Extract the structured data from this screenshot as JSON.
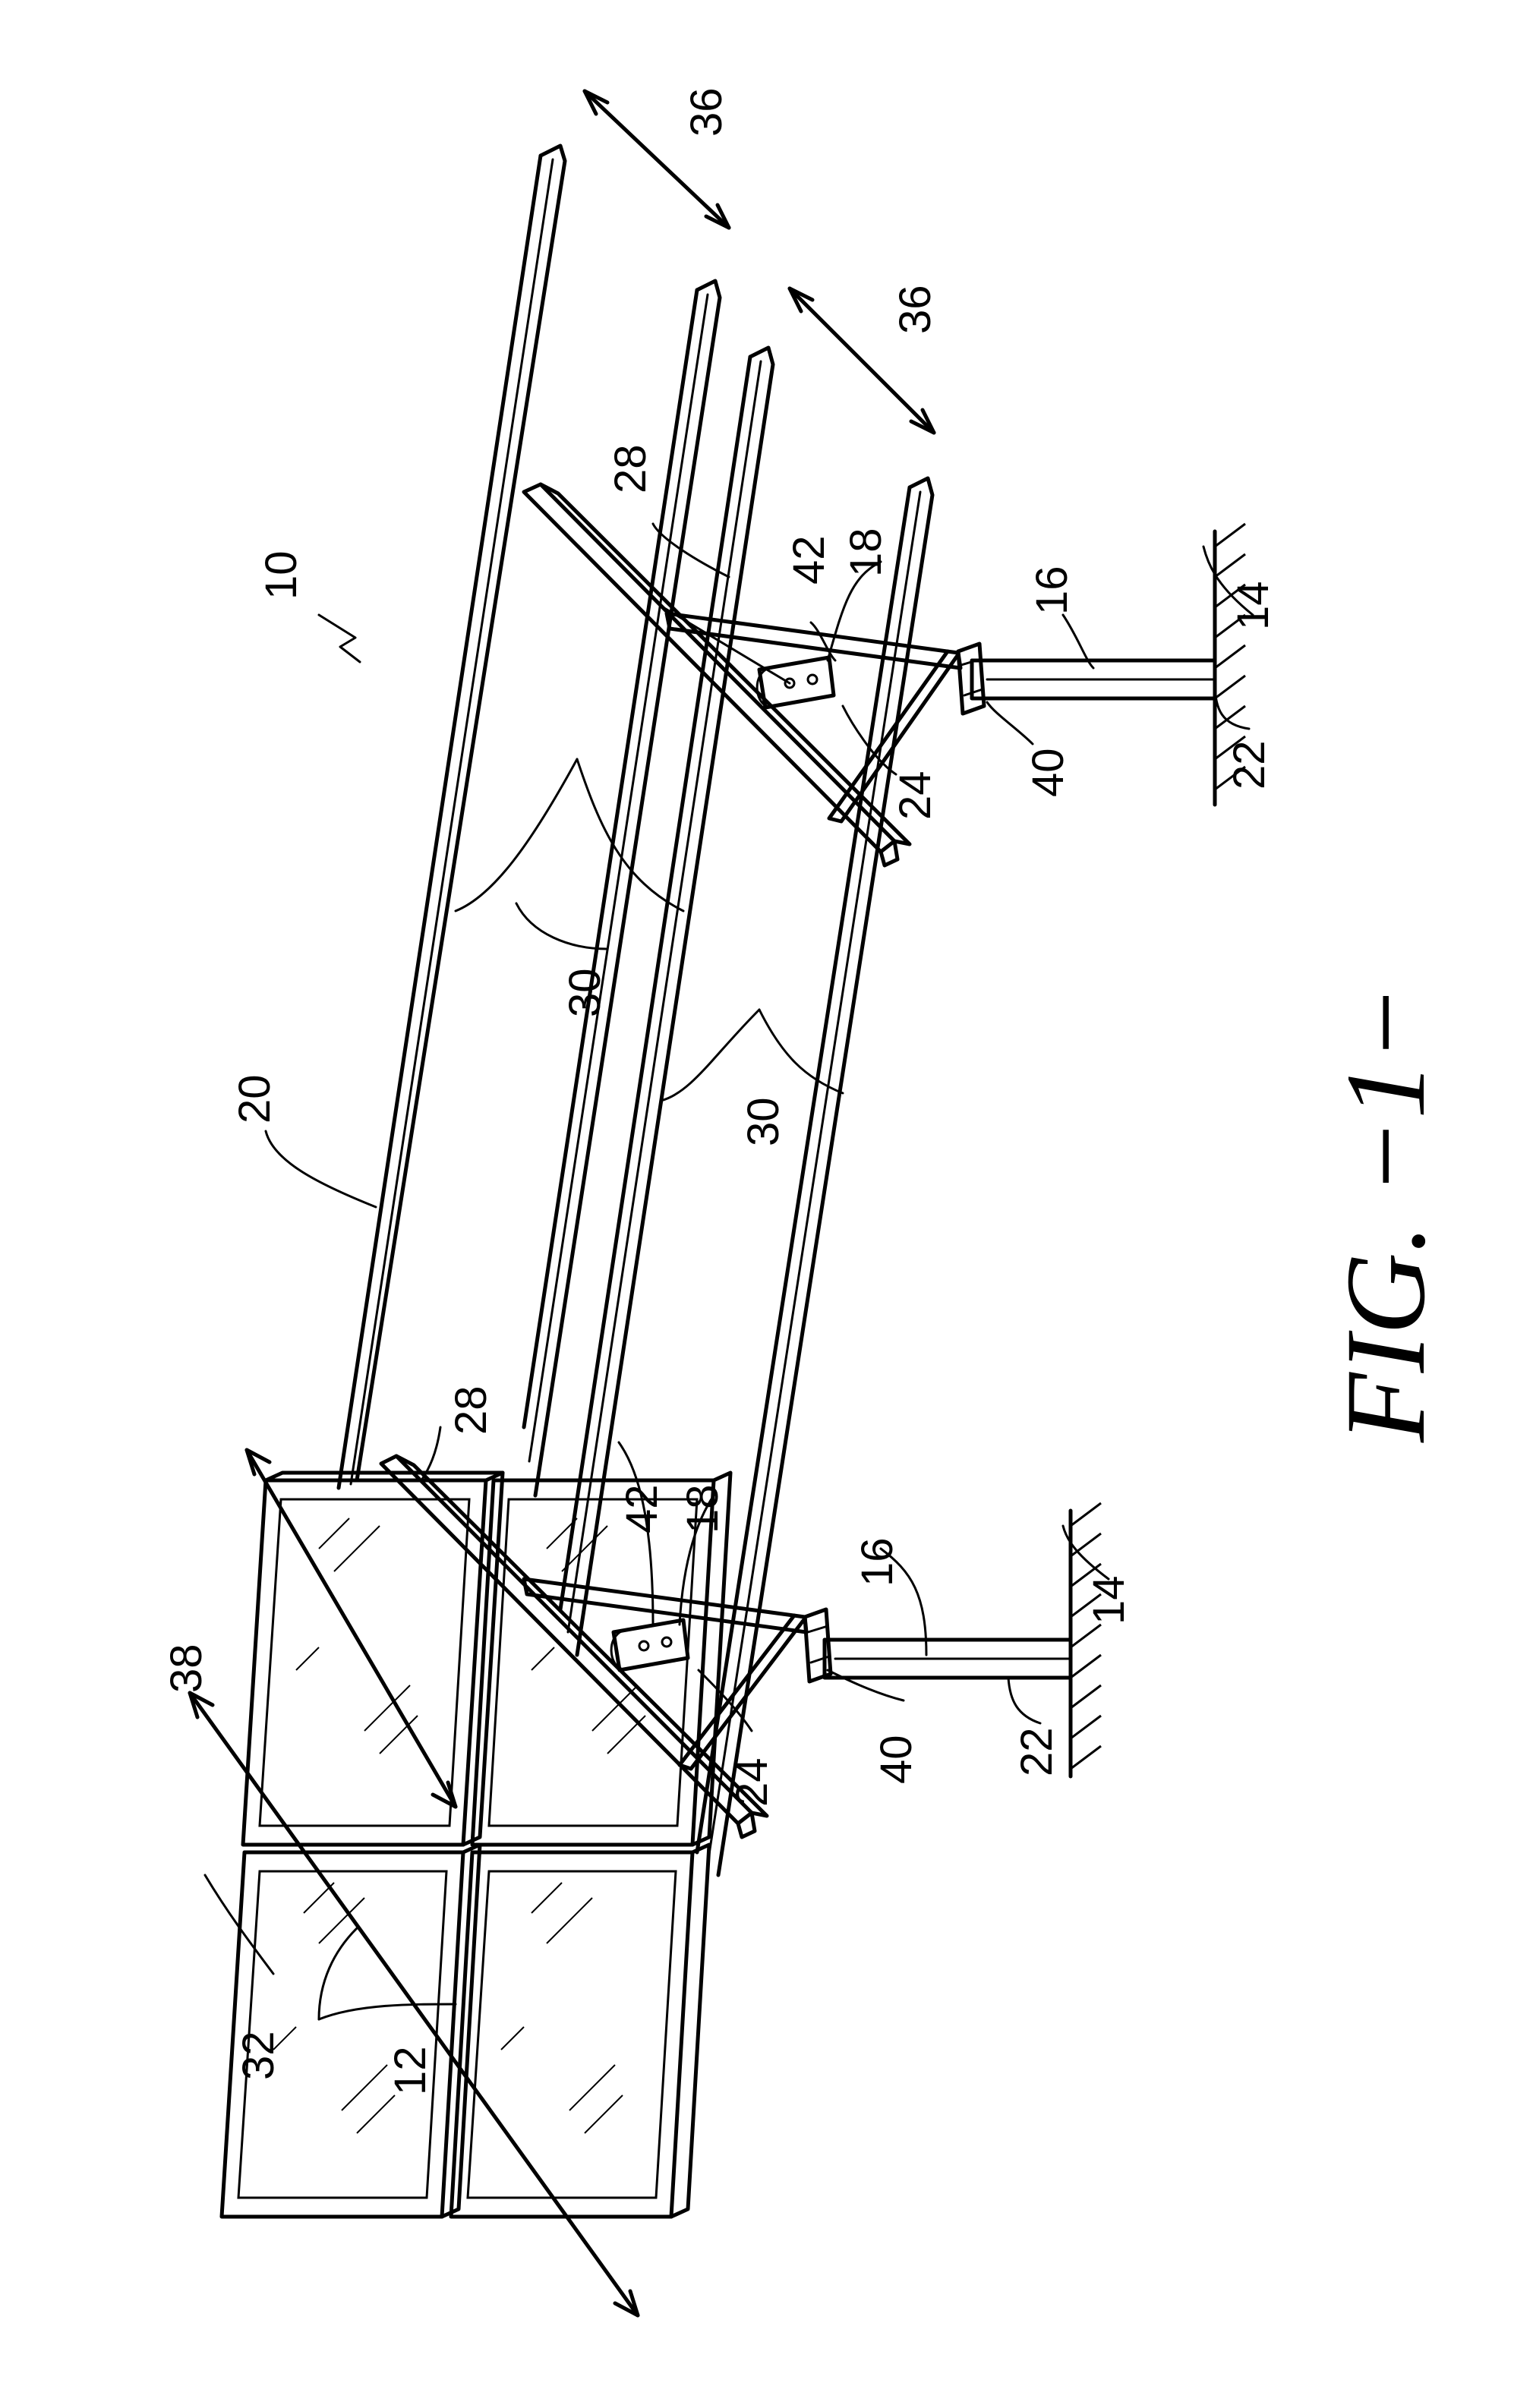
{
  "figure": {
    "caption": "FIG.  −1−"
  },
  "labels": {
    "n10": "10",
    "n12": "12",
    "n14": "14",
    "n16": "16",
    "n18": "18",
    "n20": "20",
    "n22": "22",
    "n24": "24",
    "n28": "28",
    "n30": "30",
    "n32": "32",
    "n36": "36",
    "n38": "38",
    "n40": "40",
    "n42": "42"
  }
}
